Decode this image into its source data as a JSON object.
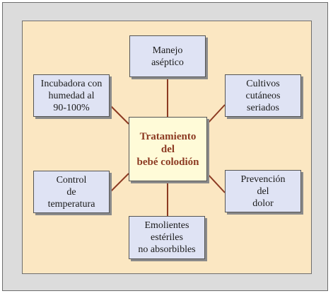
{
  "diagram": {
    "center": {
      "label": "Tratamiento\ndel\nbebé colodión"
    },
    "nodes": {
      "top": "Manejo\naséptico",
      "top_left": "Incubadora con\nhumedad al\n90-100%",
      "top_right": "Cultivos\ncutáneos\nseriados",
      "bottom_left": "Control\nde\ntemperatura",
      "bottom_right": "Prevención\ndel\ndolor",
      "bottom": "Emolientes\nestériles\nno absorbibles"
    },
    "colors": {
      "frame": "#dcdcdc",
      "panel": "#fbe7c2",
      "node_fill": "#dfe3f4",
      "center_fill": "#fffbd8",
      "center_text": "#8c3a22",
      "connector": "#8c3a22"
    }
  }
}
